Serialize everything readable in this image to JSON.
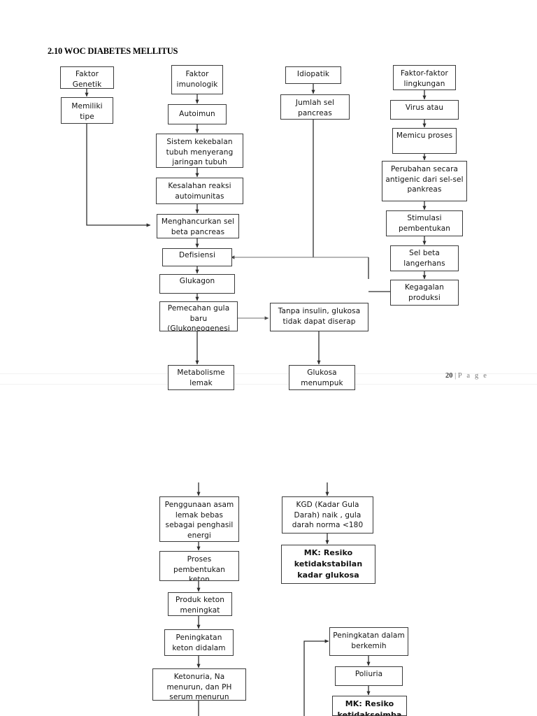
{
  "document": {
    "title": "2.10 WOC DIABETES MELLITUS",
    "footer_page_number": "20",
    "footer_separator": "|",
    "footer_label": "P a g e"
  },
  "diagram": {
    "type": "flowchart",
    "nodes": [
      {
        "id": "faktor-genetik",
        "label": "Faktor Genetik"
      },
      {
        "id": "memiliki-tipe",
        "label": "Memiliki tipe"
      },
      {
        "id": "faktor-imunologik",
        "label": "Faktor imunologik"
      },
      {
        "id": "autoimun",
        "label": "Autoimun"
      },
      {
        "id": "sistem-kekebalan",
        "label": "Sistem kekebalan tubuh menyerang jaringan tubuh"
      },
      {
        "id": "kesalahan-reaksi",
        "label": "Kesalahan reaksi autoimunitas"
      },
      {
        "id": "menghancurkan-sel",
        "label": "Menghancurkan sel beta pancreas"
      },
      {
        "id": "defisiensi",
        "label": "Defisiensi"
      },
      {
        "id": "glukagon",
        "label": "Glukagon"
      },
      {
        "id": "pemecahan-gula",
        "label": "Pemecahan gula baru (Glukoneogenesi"
      },
      {
        "id": "metabolisme-lemak",
        "label": "Metabolisme lemak"
      },
      {
        "id": "idiopatik",
        "label": "Idiopatik"
      },
      {
        "id": "jumlah-sel-pancreas",
        "label": "Jumlah sel pancreas"
      },
      {
        "id": "tanpa-insulin",
        "label": "Tanpa insulin, glukosa tidak dapat diserap"
      },
      {
        "id": "glukosa-menumpuk",
        "label": "Glukosa menumpuk"
      },
      {
        "id": "faktor-lingkungan",
        "label": "Faktor-faktor lingkungan"
      },
      {
        "id": "virus-atau",
        "label": "Virus atau"
      },
      {
        "id": "memicu-proses",
        "label": "Memicu proses"
      },
      {
        "id": "perubahan-antigenic",
        "label": "Perubahan secara antigenic dari sel-sel pankreas"
      },
      {
        "id": "stimulasi-pembentukan",
        "label": "Stimulasi pembentukan"
      },
      {
        "id": "sel-beta-langerhans",
        "label": "Sel beta langerhans"
      },
      {
        "id": "kegagalan-produksi",
        "label": "Kegagalan produksi"
      },
      {
        "id": "penggunaan-asam-lemak",
        "label": "Penggunaan asam lemak bebas sebagai penghasil energi"
      },
      {
        "id": "proses-pembentukan",
        "label": "Proses pembentukan keton"
      },
      {
        "id": "produk-keton",
        "label": "Produk keton meningkat"
      },
      {
        "id": "peningkatan-keton",
        "label": "Peningkatan keton didalam"
      },
      {
        "id": "ketonuria",
        "label": "Ketonuria, Na menurun, dan PH serum menurun"
      },
      {
        "id": "kgd-naik",
        "label": "KGD (Kadar Gula Darah) naik , gula darah norma <180"
      },
      {
        "id": "mk-ketidakstabilan",
        "label": "MK:  Resiko ketidakstabilan kadar glukosa darah"
      },
      {
        "id": "peningkatan-berkemih",
        "label": "Peningkatan dalam berkemih"
      },
      {
        "id": "poliuria",
        "label": "Poliuria"
      },
      {
        "id": "mk-ketidakseimbangan",
        "label": "MK: Resiko ketidakseimba"
      }
    ],
    "edges": [
      {
        "from": "faktor-genetik",
        "to": "memiliki-tipe"
      },
      {
        "from": "memiliki-tipe",
        "to": "menghancurkan-sel"
      },
      {
        "from": "faktor-imunologik",
        "to": "autoimun"
      },
      {
        "from": "autoimun",
        "to": "sistem-kekebalan"
      },
      {
        "from": "sistem-kekebalan",
        "to": "kesalahan-reaksi"
      },
      {
        "from": "kesalahan-reaksi",
        "to": "menghancurkan-sel"
      },
      {
        "from": "menghancurkan-sel",
        "to": "defisiensi"
      },
      {
        "from": "defisiensi",
        "to": "glukagon"
      },
      {
        "from": "glukagon",
        "to": "pemecahan-gula"
      },
      {
        "from": "pemecahan-gula",
        "to": "metabolisme-lemak"
      },
      {
        "from": "pemecahan-gula",
        "to": "tanpa-insulin"
      },
      {
        "from": "idiopatik",
        "to": "jumlah-sel-pancreas"
      },
      {
        "from": "jumlah-sel-pancreas",
        "to": "defisiensi"
      },
      {
        "from": "tanpa-insulin",
        "to": "glukosa-menumpuk"
      },
      {
        "from": "faktor-lingkungan",
        "to": "virus-atau"
      },
      {
        "from": "virus-atau",
        "to": "memicu-proses"
      },
      {
        "from": "memicu-proses",
        "to": "perubahan-antigenic"
      },
      {
        "from": "perubahan-antigenic",
        "to": "stimulasi-pembentukan"
      },
      {
        "from": "stimulasi-pembentukan",
        "to": "sel-beta-langerhans"
      },
      {
        "from": "sel-beta-langerhans",
        "to": "kegagalan-produksi"
      },
      {
        "from": "kegagalan-produksi",
        "to": "defisiensi"
      },
      {
        "from": "metabolisme-lemak",
        "to": "penggunaan-asam-lemak"
      },
      {
        "from": "penggunaan-asam-lemak",
        "to": "proses-pembentukan"
      },
      {
        "from": "proses-pembentukan",
        "to": "produk-keton"
      },
      {
        "from": "produk-keton",
        "to": "peningkatan-keton"
      },
      {
        "from": "peningkatan-keton",
        "to": "ketonuria"
      },
      {
        "from": "glukosa-menumpuk",
        "to": "kgd-naik"
      },
      {
        "from": "kgd-naik",
        "to": "mk-ketidakstabilan"
      },
      {
        "from": "peningkatan-berkemih",
        "to": "poliuria"
      },
      {
        "from": "poliuria",
        "to": "mk-ketidakseimbangan"
      }
    ]
  }
}
